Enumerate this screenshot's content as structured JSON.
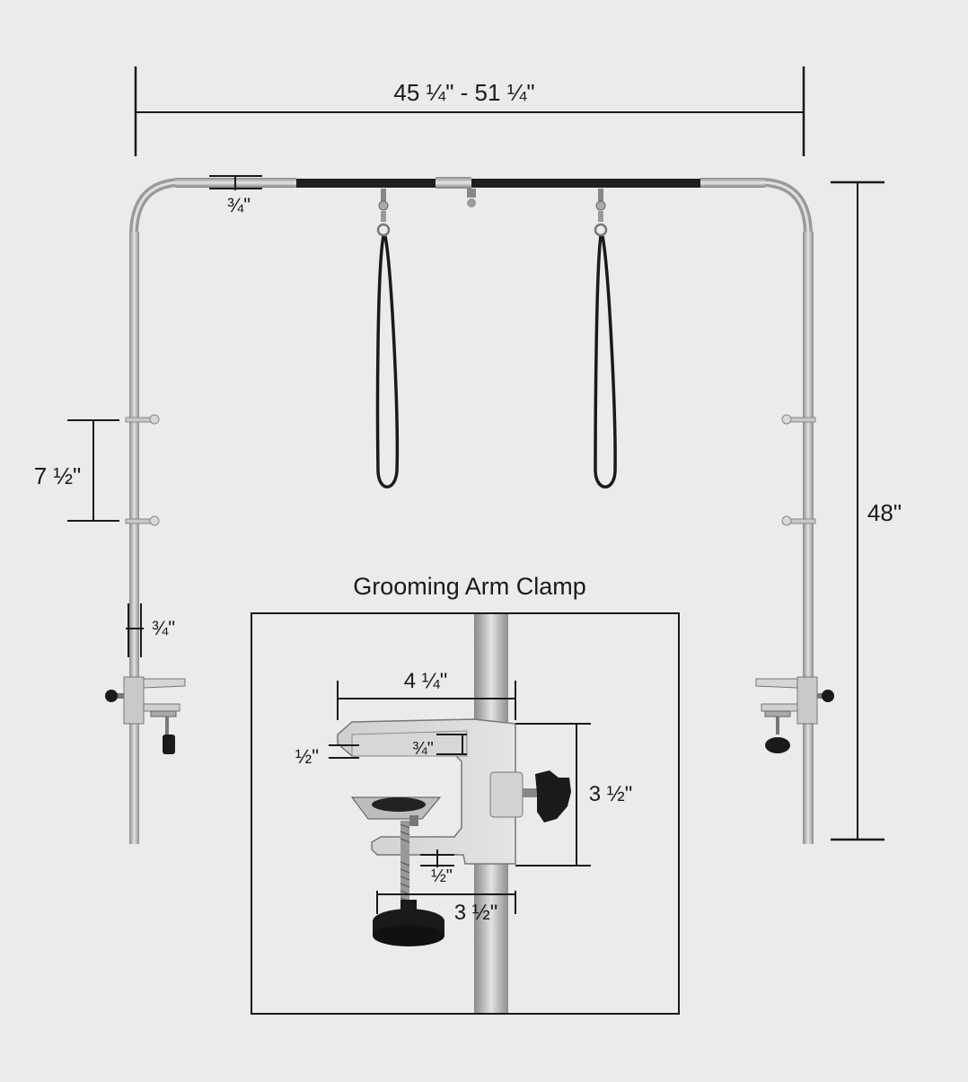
{
  "dimensions": {
    "overall_width": "45 ¼\" - 51 ¼\"",
    "overall_height": "48\"",
    "bar_thickness": "¾\"",
    "peg_spacing": "7 ½\"",
    "post_thickness": "¾\""
  },
  "clamp": {
    "title": "Grooming Arm Clamp",
    "width": "4 ¼\"",
    "jaw_thickness": "¾\"",
    "jaw_gap": "½\"",
    "height": "3 ½\"",
    "lower_gap": "½\"",
    "base_width": "3 ½\""
  },
  "colors": {
    "background": "#ebebeb",
    "metal": "#bdbdbd",
    "ink": "#1a1a1a"
  }
}
